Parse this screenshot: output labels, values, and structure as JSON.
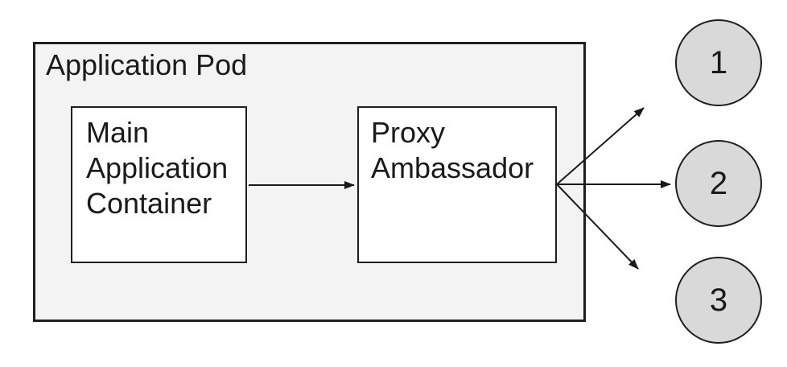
{
  "diagram": {
    "type": "architecture-diagram",
    "pod": {
      "label": "Application Pod"
    },
    "nodes": [
      {
        "id": "main-application-container",
        "label": "Main Application Container"
      },
      {
        "id": "proxy-ambassador",
        "label": "Proxy Ambassador"
      }
    ],
    "endpoints": [
      {
        "id": "endpoint-1",
        "label": "1"
      },
      {
        "id": "endpoint-2",
        "label": "2"
      },
      {
        "id": "endpoint-3",
        "label": "3"
      }
    ],
    "connections": [
      {
        "from": "main-application-container",
        "to": "proxy-ambassador"
      },
      {
        "from": "proxy-ambassador",
        "to": "endpoint-1"
      },
      {
        "from": "proxy-ambassador",
        "to": "endpoint-2"
      },
      {
        "from": "proxy-ambassador",
        "to": "endpoint-3"
      }
    ],
    "colors": {
      "background": "#ffffff",
      "pod_fill": "#f3f3f3",
      "node_fill": "#ffffff",
      "endpoint_fill": "#d9d9d9",
      "stroke": "#1f1f1f",
      "arrow": "#1a1a1a"
    }
  }
}
